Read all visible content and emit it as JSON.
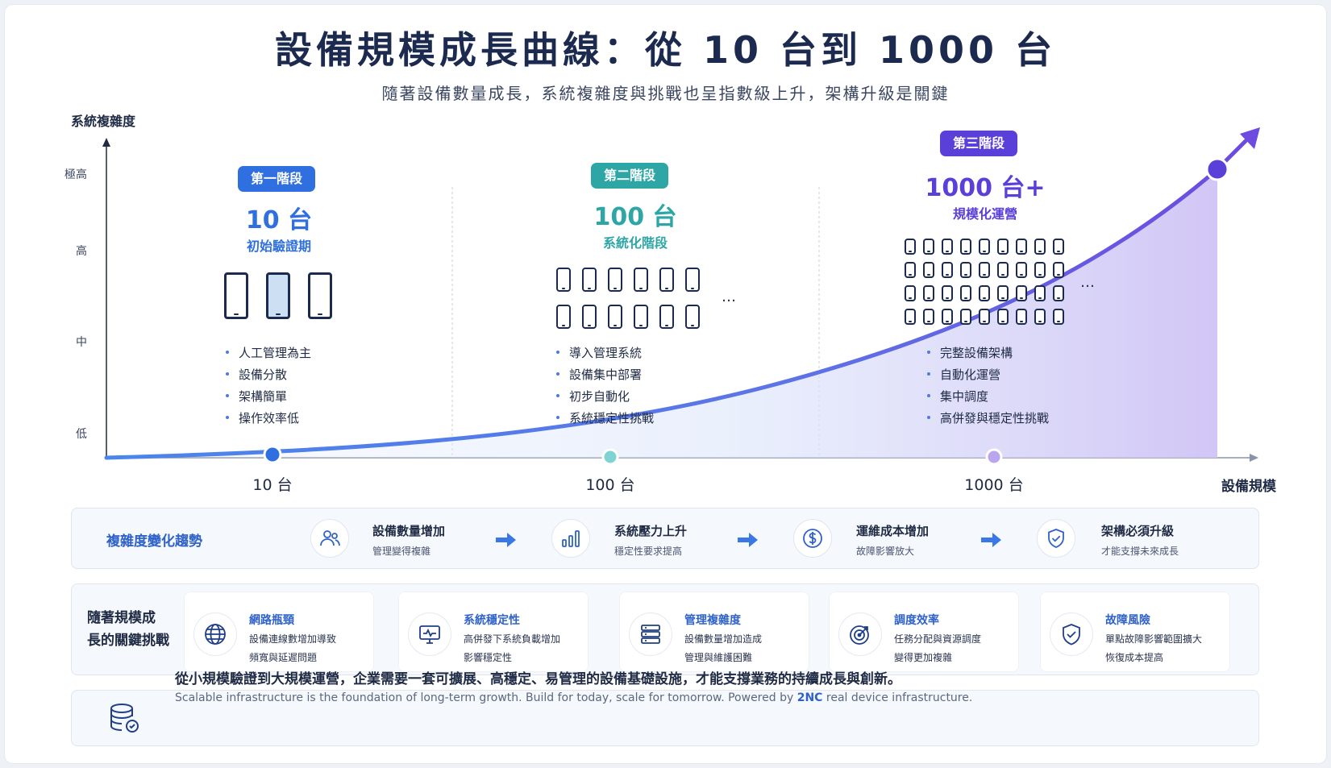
{
  "title": "設備規模成長曲線：從 10 台到 1000 台",
  "subtitle": "隨著設備數量成長，系統複雜度與挑戰也呈指數級上升，架構升級是關鍵",
  "chart_data": {
    "type": "line",
    "title": "設備規模成長曲線：從 10 台到 1000 台",
    "xlabel": "設備規模",
    "ylabel": "系統複雜度",
    "x_ticks": [
      "10 台",
      "100 台",
      "1000 台"
    ],
    "y_ticks": [
      "低",
      "中",
      "高",
      "極高"
    ],
    "series": [
      {
        "name": "",
        "points": [
          [
            "10 台",
            "低"
          ],
          [
            "100 台",
            "低"
          ],
          [
            "1000 台",
            "中"
          ],
          [
            "",
            "極高"
          ]
        ]
      }
    ],
    "markers": [
      "10 台",
      "100 台",
      "1000 台"
    ],
    "colors": {
      "curve_start": "#4a86ec",
      "curve_end": "#6d4ae0",
      "marker1": "#2f6fe0",
      "marker2": "#7fd3d4",
      "marker3": "#b9a6ef",
      "marker_end": "#5b3fd9"
    }
  },
  "stages": [
    {
      "badge": "第一階段",
      "count": "10 台",
      "name": "初始驗證期",
      "color": "#2f6fe0",
      "bullets": [
        "人工管理為主",
        "設備分散",
        "架構簡單",
        "操作效率低"
      ]
    },
    {
      "badge": "第二階段",
      "count": "100 台",
      "name": "系統化階段",
      "color": "#2ea6a6",
      "bullets": [
        "導入管理系統",
        "設備集中部署",
        "初步自動化",
        "系統穩定性挑戰"
      ]
    },
    {
      "badge": "第三階段",
      "count": "1000 台+",
      "name": "規模化運營",
      "color": "#5b3fd9",
      "bullets": [
        "完整設備架構",
        "自動化運營",
        "集中調度",
        "高併發與穩定性挑戰"
      ]
    }
  ],
  "ellipsis": "…",
  "trend": {
    "label": "複雜度變化趨勢",
    "items": [
      {
        "icon": "users-icon",
        "title": "設備數量增加",
        "sub": "管理變得複雜"
      },
      {
        "icon": "bar-chart-icon",
        "title": "系統壓力上升",
        "sub": "穩定性要求提高"
      },
      {
        "icon": "dollar-icon",
        "title": "運維成本增加",
        "sub": "故障影響放大"
      },
      {
        "icon": "shield-icon",
        "title": "架構必須升級",
        "sub": "才能支撐未來成長"
      }
    ]
  },
  "challenges": {
    "label_line1": "隨著規模成",
    "label_line2": "長的關鍵挑戰",
    "items": [
      {
        "icon": "globe-icon",
        "title": "網路瓶頸",
        "line1": "設備連線數增加導致",
        "line2": "頻寬與延遲問題"
      },
      {
        "icon": "monitor-icon",
        "title": "系統穩定性",
        "line1": "高併發下系統負載增加",
        "line2": "影響穩定性"
      },
      {
        "icon": "server-icon",
        "title": "管理複雜度",
        "line1": "設備數量增加造成",
        "line2": "管理與維護困難"
      },
      {
        "icon": "target-icon",
        "title": "調度效率",
        "line1": "任務分配與資源調度",
        "line2": "變得更加複雜"
      },
      {
        "icon": "shield-check-icon",
        "title": "故障風險",
        "line1": "單點故障影響範圍擴大",
        "line2": "恢復成本提高"
      }
    ]
  },
  "footer": {
    "icon": "database-check-icon",
    "zh": "從小規模驗證到大規模運營，企業需要一套可擴展、高穩定、易管理的設備基礎設施，才能支撐業務的持續成長與創新。",
    "en_pre": "Scalable infrastructure is the foundation of long-term growth. Build for today, scale for tomorrow. Powered by ",
    "en_brand": "2NC",
    "en_post": " real device infrastructure."
  }
}
